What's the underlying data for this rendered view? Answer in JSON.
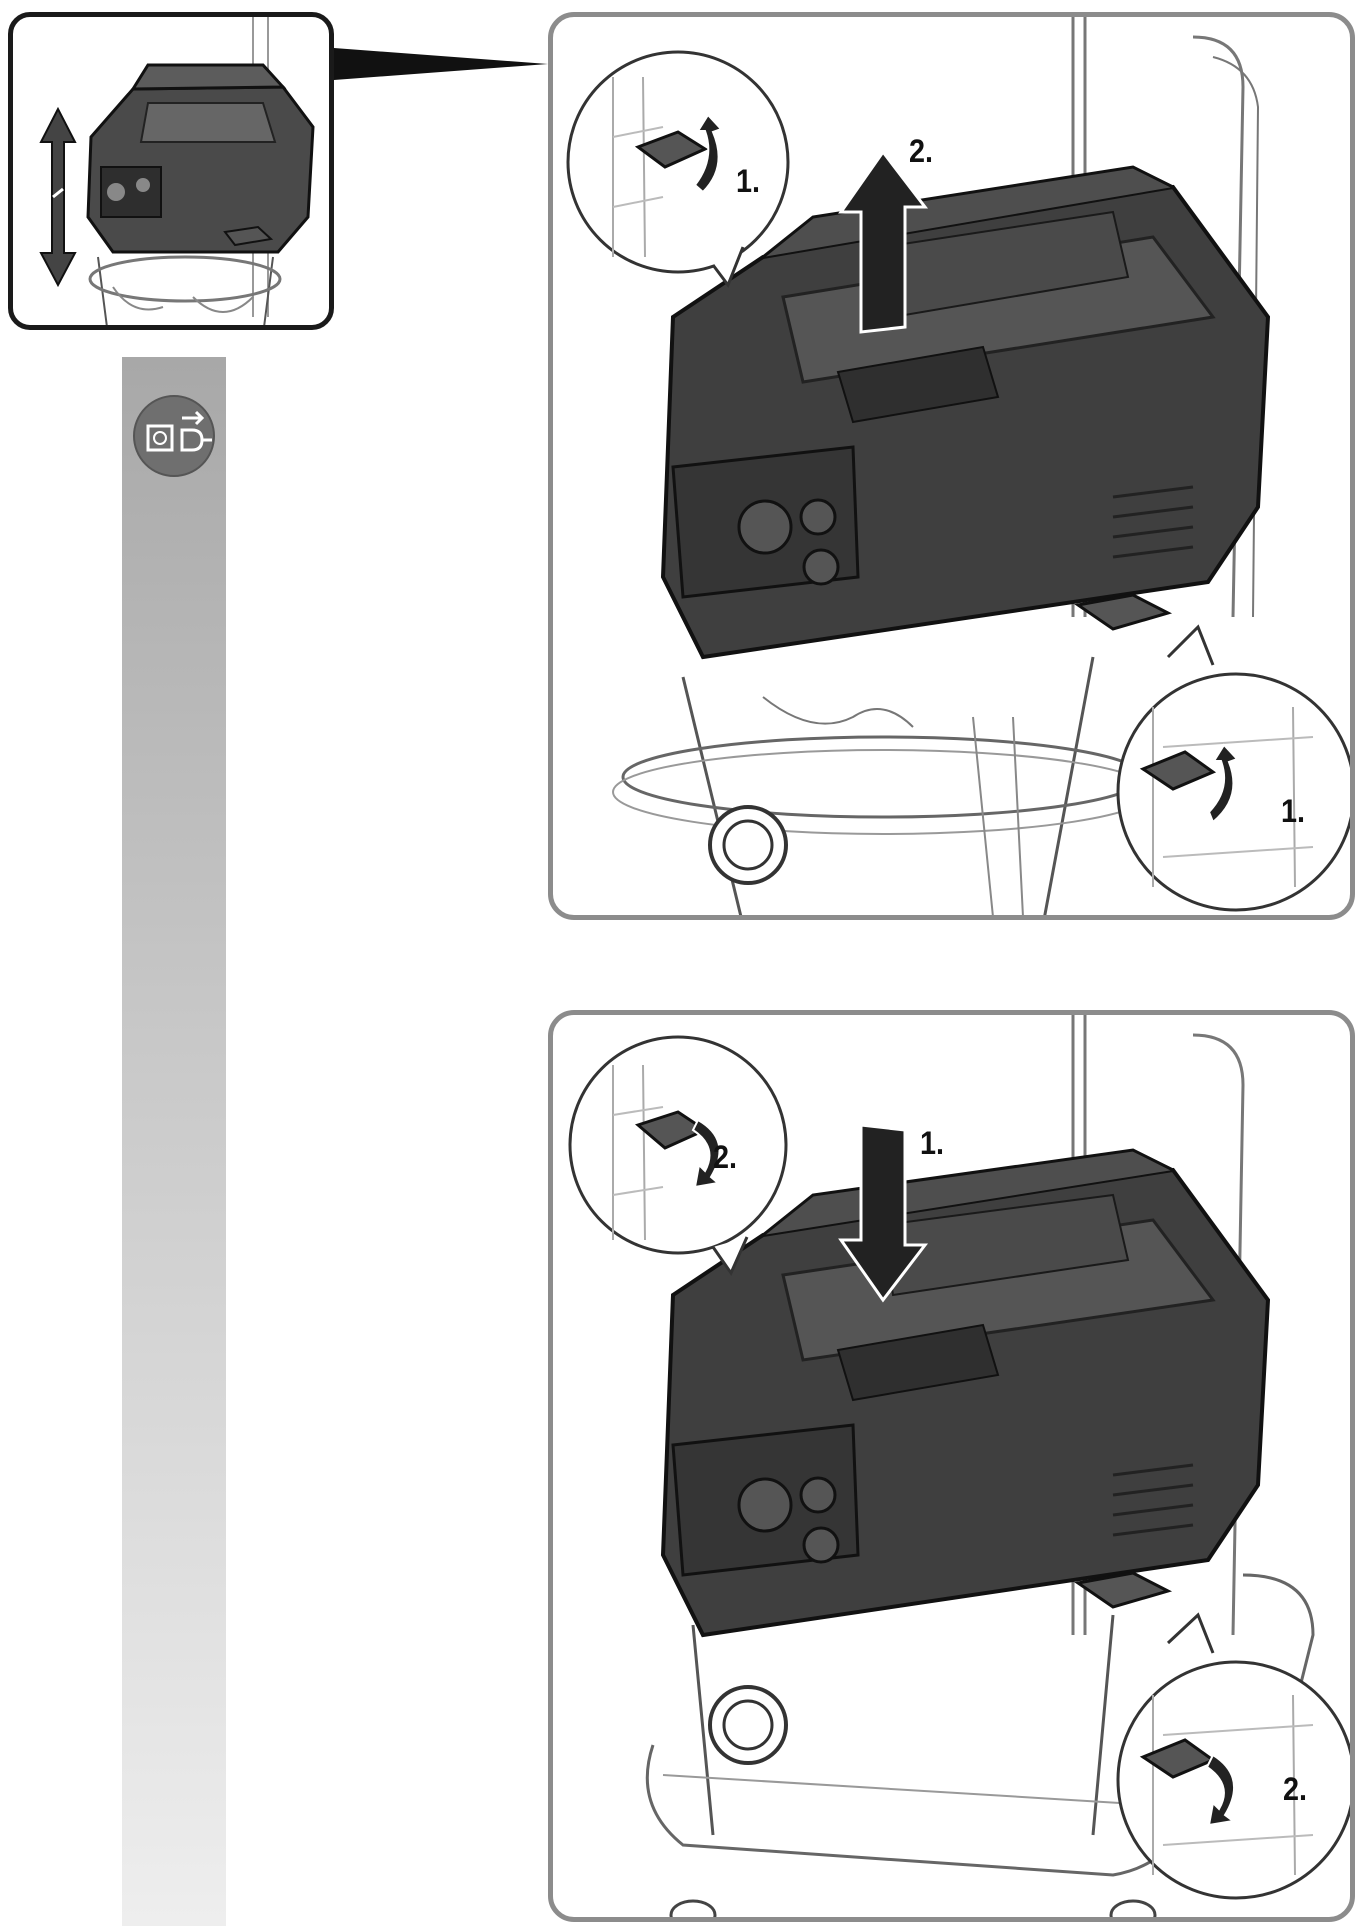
{
  "colors": {
    "frame": "#8c8c8c",
    "housing": "#3f3f3f",
    "housing_light": "#5a5a5a",
    "outline": "#1a1a1a",
    "sidebar_top": "#a9a9a9",
    "sidebar_bottom": "#f4f4f4",
    "badge": "#7a7a7a"
  },
  "icons": {
    "overview_arrow": "double-vertical-arrow-icon",
    "sidebar_symbol": "unplug-mains-icon"
  },
  "panels": {
    "remove": {
      "main_step": "2.",
      "left_detail_step": "1.",
      "right_detail_step": "1."
    },
    "attach": {
      "main_step": "1.",
      "left_detail_step": "2.",
      "right_detail_step": "2."
    }
  }
}
